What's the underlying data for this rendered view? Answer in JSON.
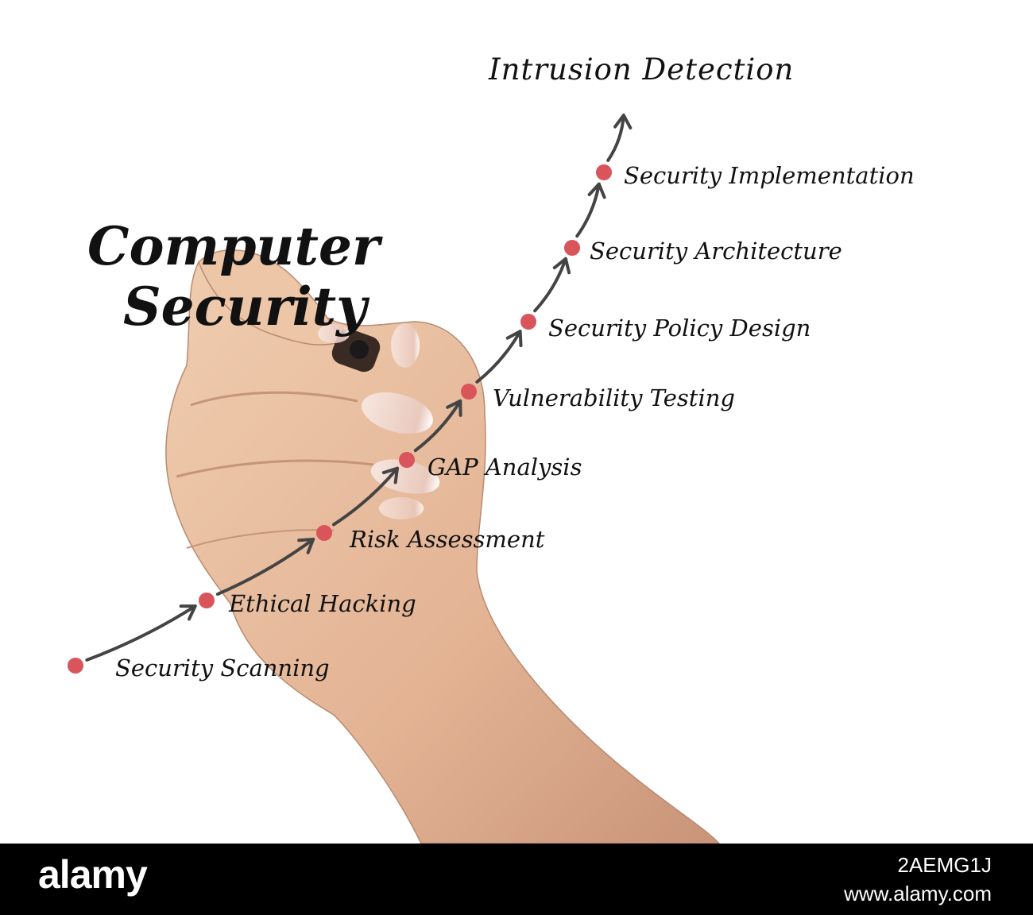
{
  "title": {
    "line1": "Computer",
    "line2": "Security"
  },
  "goal": "Intrusion Detection",
  "steps": [
    {
      "label": "Security Scanning"
    },
    {
      "label": "Ethical Hacking"
    },
    {
      "label": "Risk Assessment"
    },
    {
      "label": "GAP Analysis"
    },
    {
      "label": "Vulnerability Testing"
    },
    {
      "label": "Security Policy Design"
    },
    {
      "label": "Security Architecture"
    },
    {
      "label": "Security Implementation"
    }
  ],
  "colors": {
    "dot": "#d9545b",
    "arrow": "#444444",
    "skin": "#e8c0a0",
    "nail": "#f3ddd3"
  },
  "icons": {
    "pen": "marker-pen-icon",
    "hand": "hand-illustration"
  },
  "watermark": {
    "brand": "alamy",
    "image_id": "2AEMG1J",
    "site": "www.alamy.com"
  }
}
